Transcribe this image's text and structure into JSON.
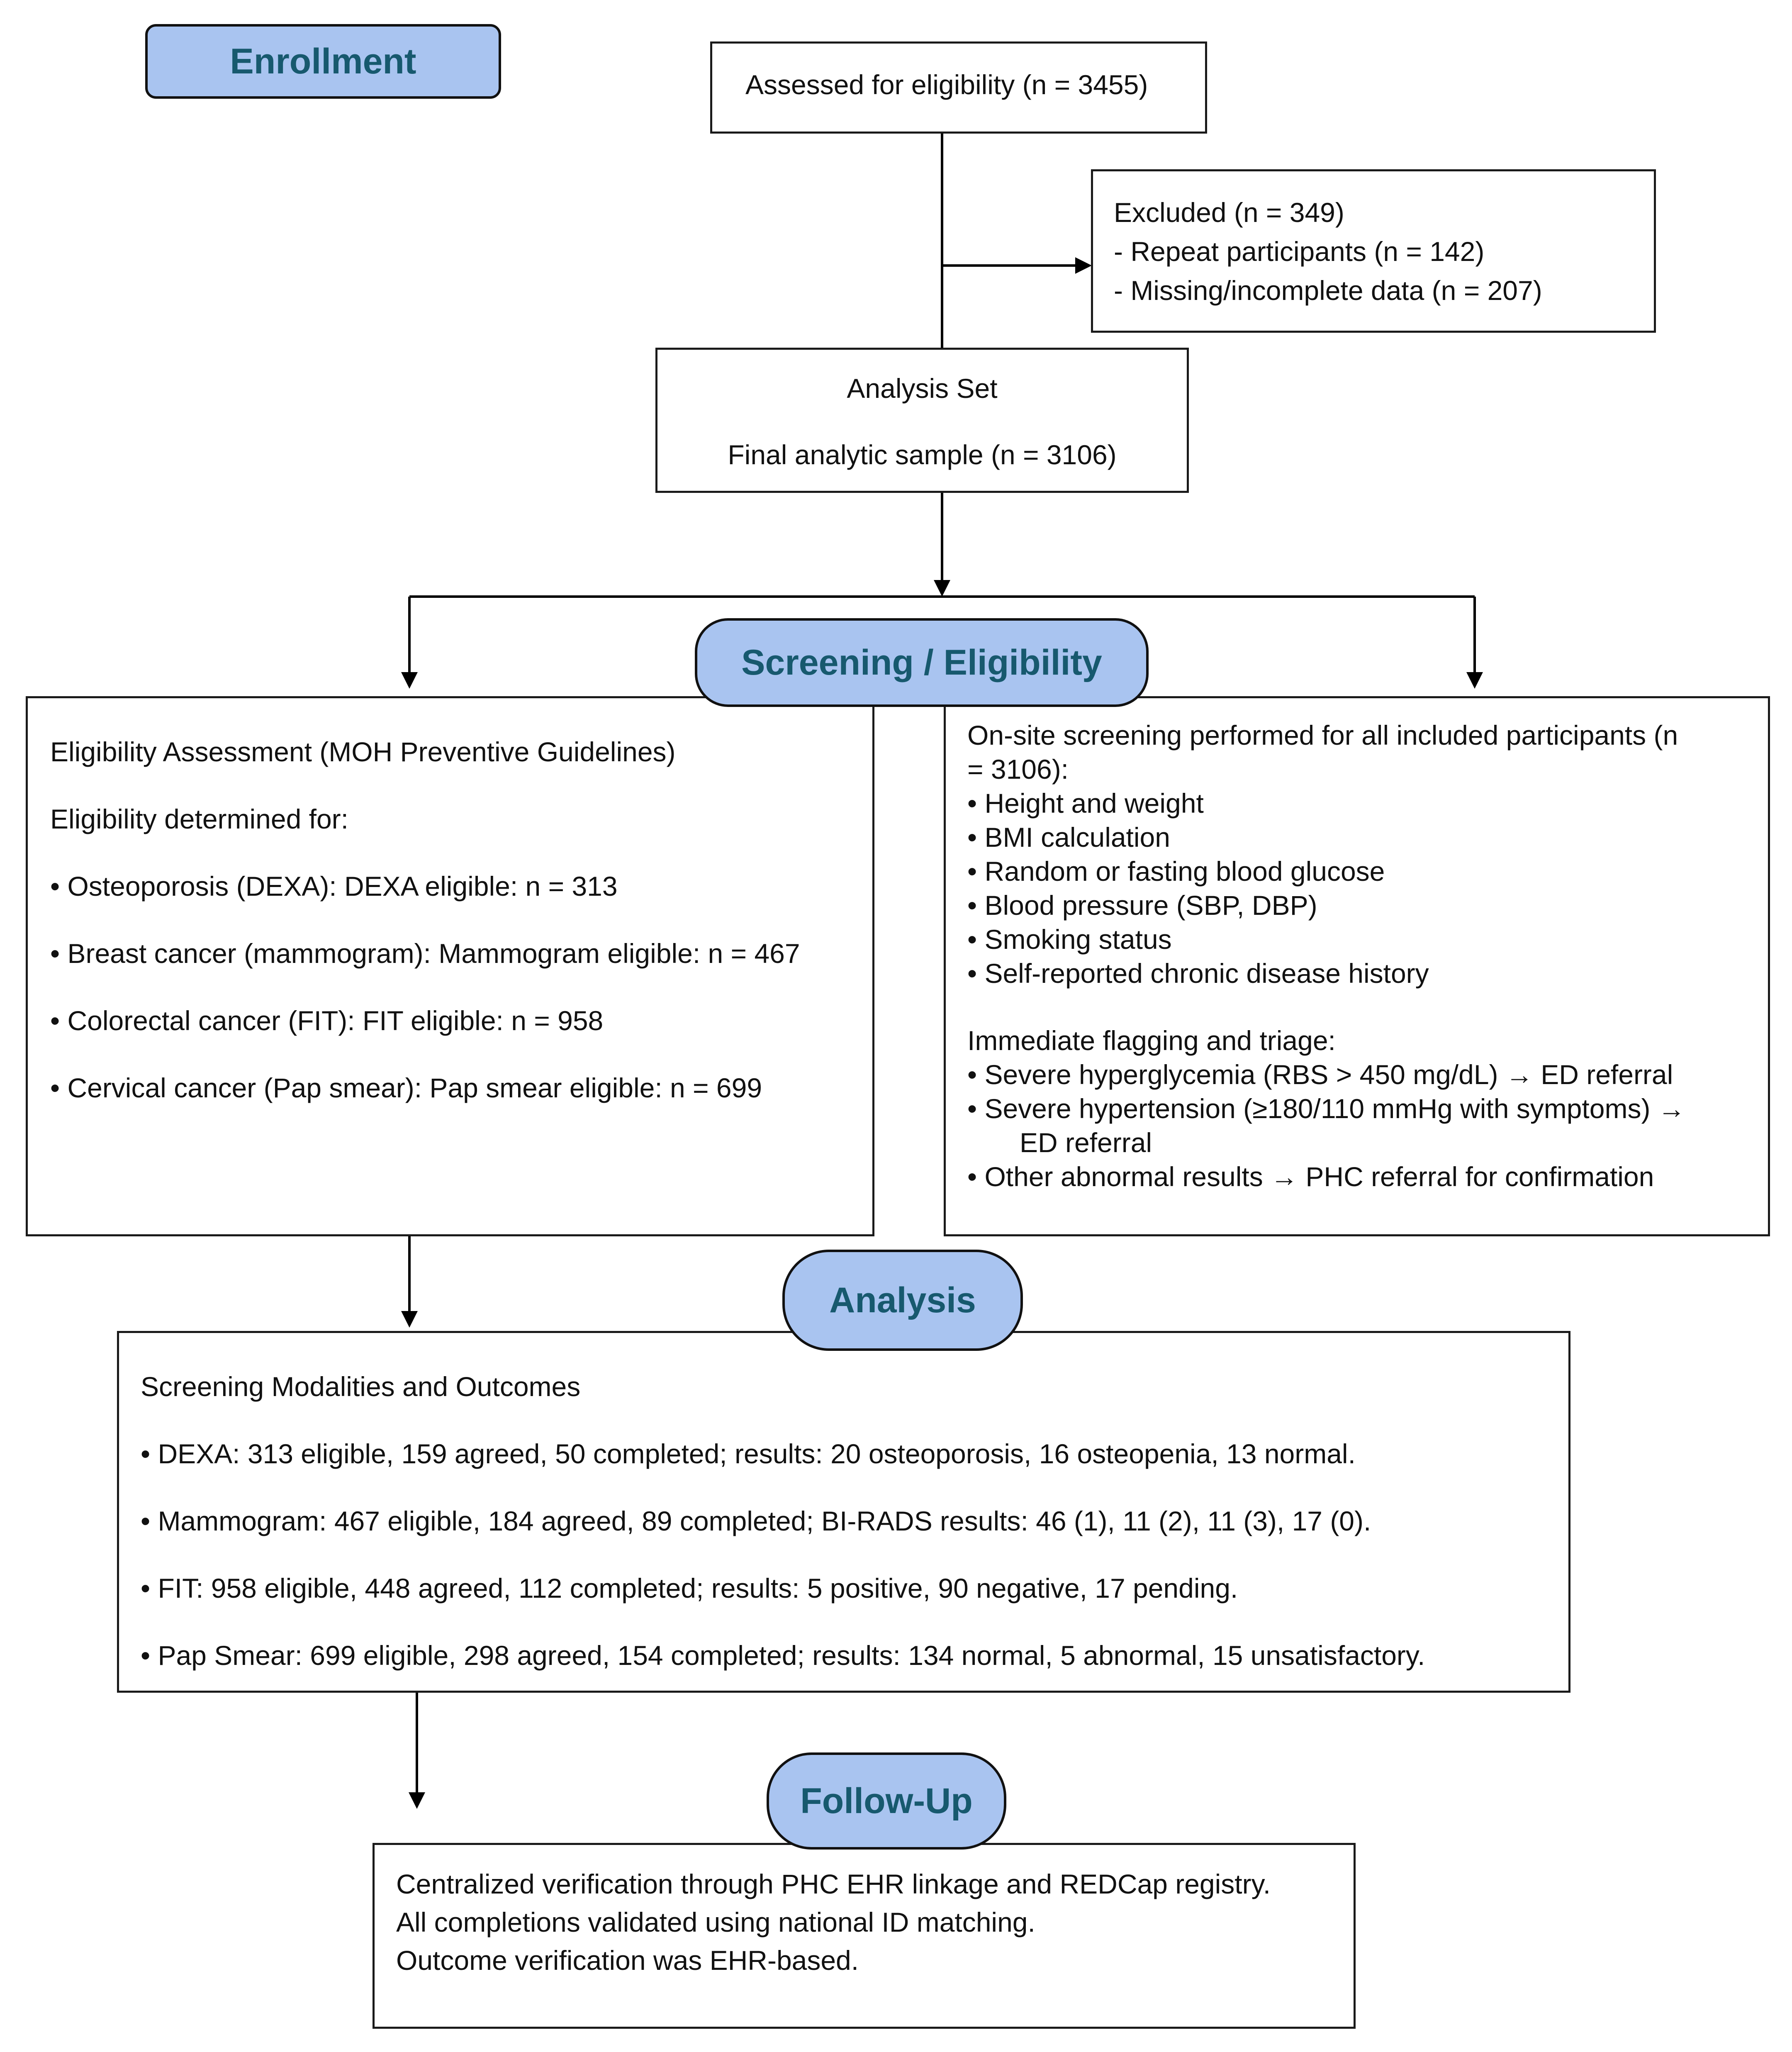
{
  "stage_labels": {
    "enrollment": "Enrollment",
    "screening": "Screening / Eligibility",
    "analysis": "Analysis",
    "follow_up": "Follow-Up"
  },
  "assessed": {
    "text": "Assessed for eligibility (n = 3455)"
  },
  "excluded": {
    "title": "Excluded (n = 349)",
    "items": [
      "- Repeat participants (n = 142)",
      "- Missing/incomplete data (n = 207)"
    ]
  },
  "analysis_set": {
    "title": "Analysis Set",
    "sample": "Final analytic sample (n = 3106)"
  },
  "eligibility": {
    "title": "Eligibility Assessment (MOH Preventive Guidelines)",
    "subtitle": "Eligibility determined for:",
    "items": [
      "• Osteoporosis (DEXA): DEXA eligible: n = 313",
      "• Breast cancer (mammogram): Mammogram eligible: n = 467",
      "• Colorectal cancer (FIT): FIT eligible: n = 958",
      "• Cervical cancer (Pap smear): Pap smear eligible: n = 699"
    ]
  },
  "onsite": {
    "intro_line1": "On-site screening performed for all included participants (n",
    "intro_line2": "= 3106):",
    "measures": [
      "• Height and weight",
      "• BMI calculation",
      "• Random or fasting blood glucose",
      "• Blood pressure (SBP, DBP)",
      "• Smoking status",
      "• Self-reported chronic disease history"
    ],
    "triage_title": "Immediate flagging and triage:",
    "triage": [
      "• Severe hyperglycemia (RBS > 450 mg/dL) → ED referral",
      "• Severe hypertension (≥180/110 mmHg with symptoms) →",
      "ED referral",
      "• Other abnormal results → PHC referral for confirmation"
    ]
  },
  "modalities": {
    "title": "Screening Modalities and Outcomes",
    "items": [
      "• DEXA: 313 eligible, 159 agreed, 50 completed; results: 20 osteoporosis, 16 osteopenia, 13 normal.",
      "• Mammogram: 467 eligible, 184 agreed, 89 completed; BI-RADS results: 46 (1), 11 (2), 11 (3), 17 (0).",
      "• FIT: 958 eligible, 448 agreed, 112 completed; results: 5 positive, 90 negative, 17 pending.",
      "• Pap Smear: 699 eligible, 298 agreed, 154 completed; results: 134 normal, 5 abnormal, 15 unsatisfactory."
    ]
  },
  "followup": {
    "lines": [
      "Centralized verification through PHC EHR linkage and REDCap registry.",
      "All completions validated using national ID matching.",
      "Outcome verification was EHR-based."
    ]
  }
}
